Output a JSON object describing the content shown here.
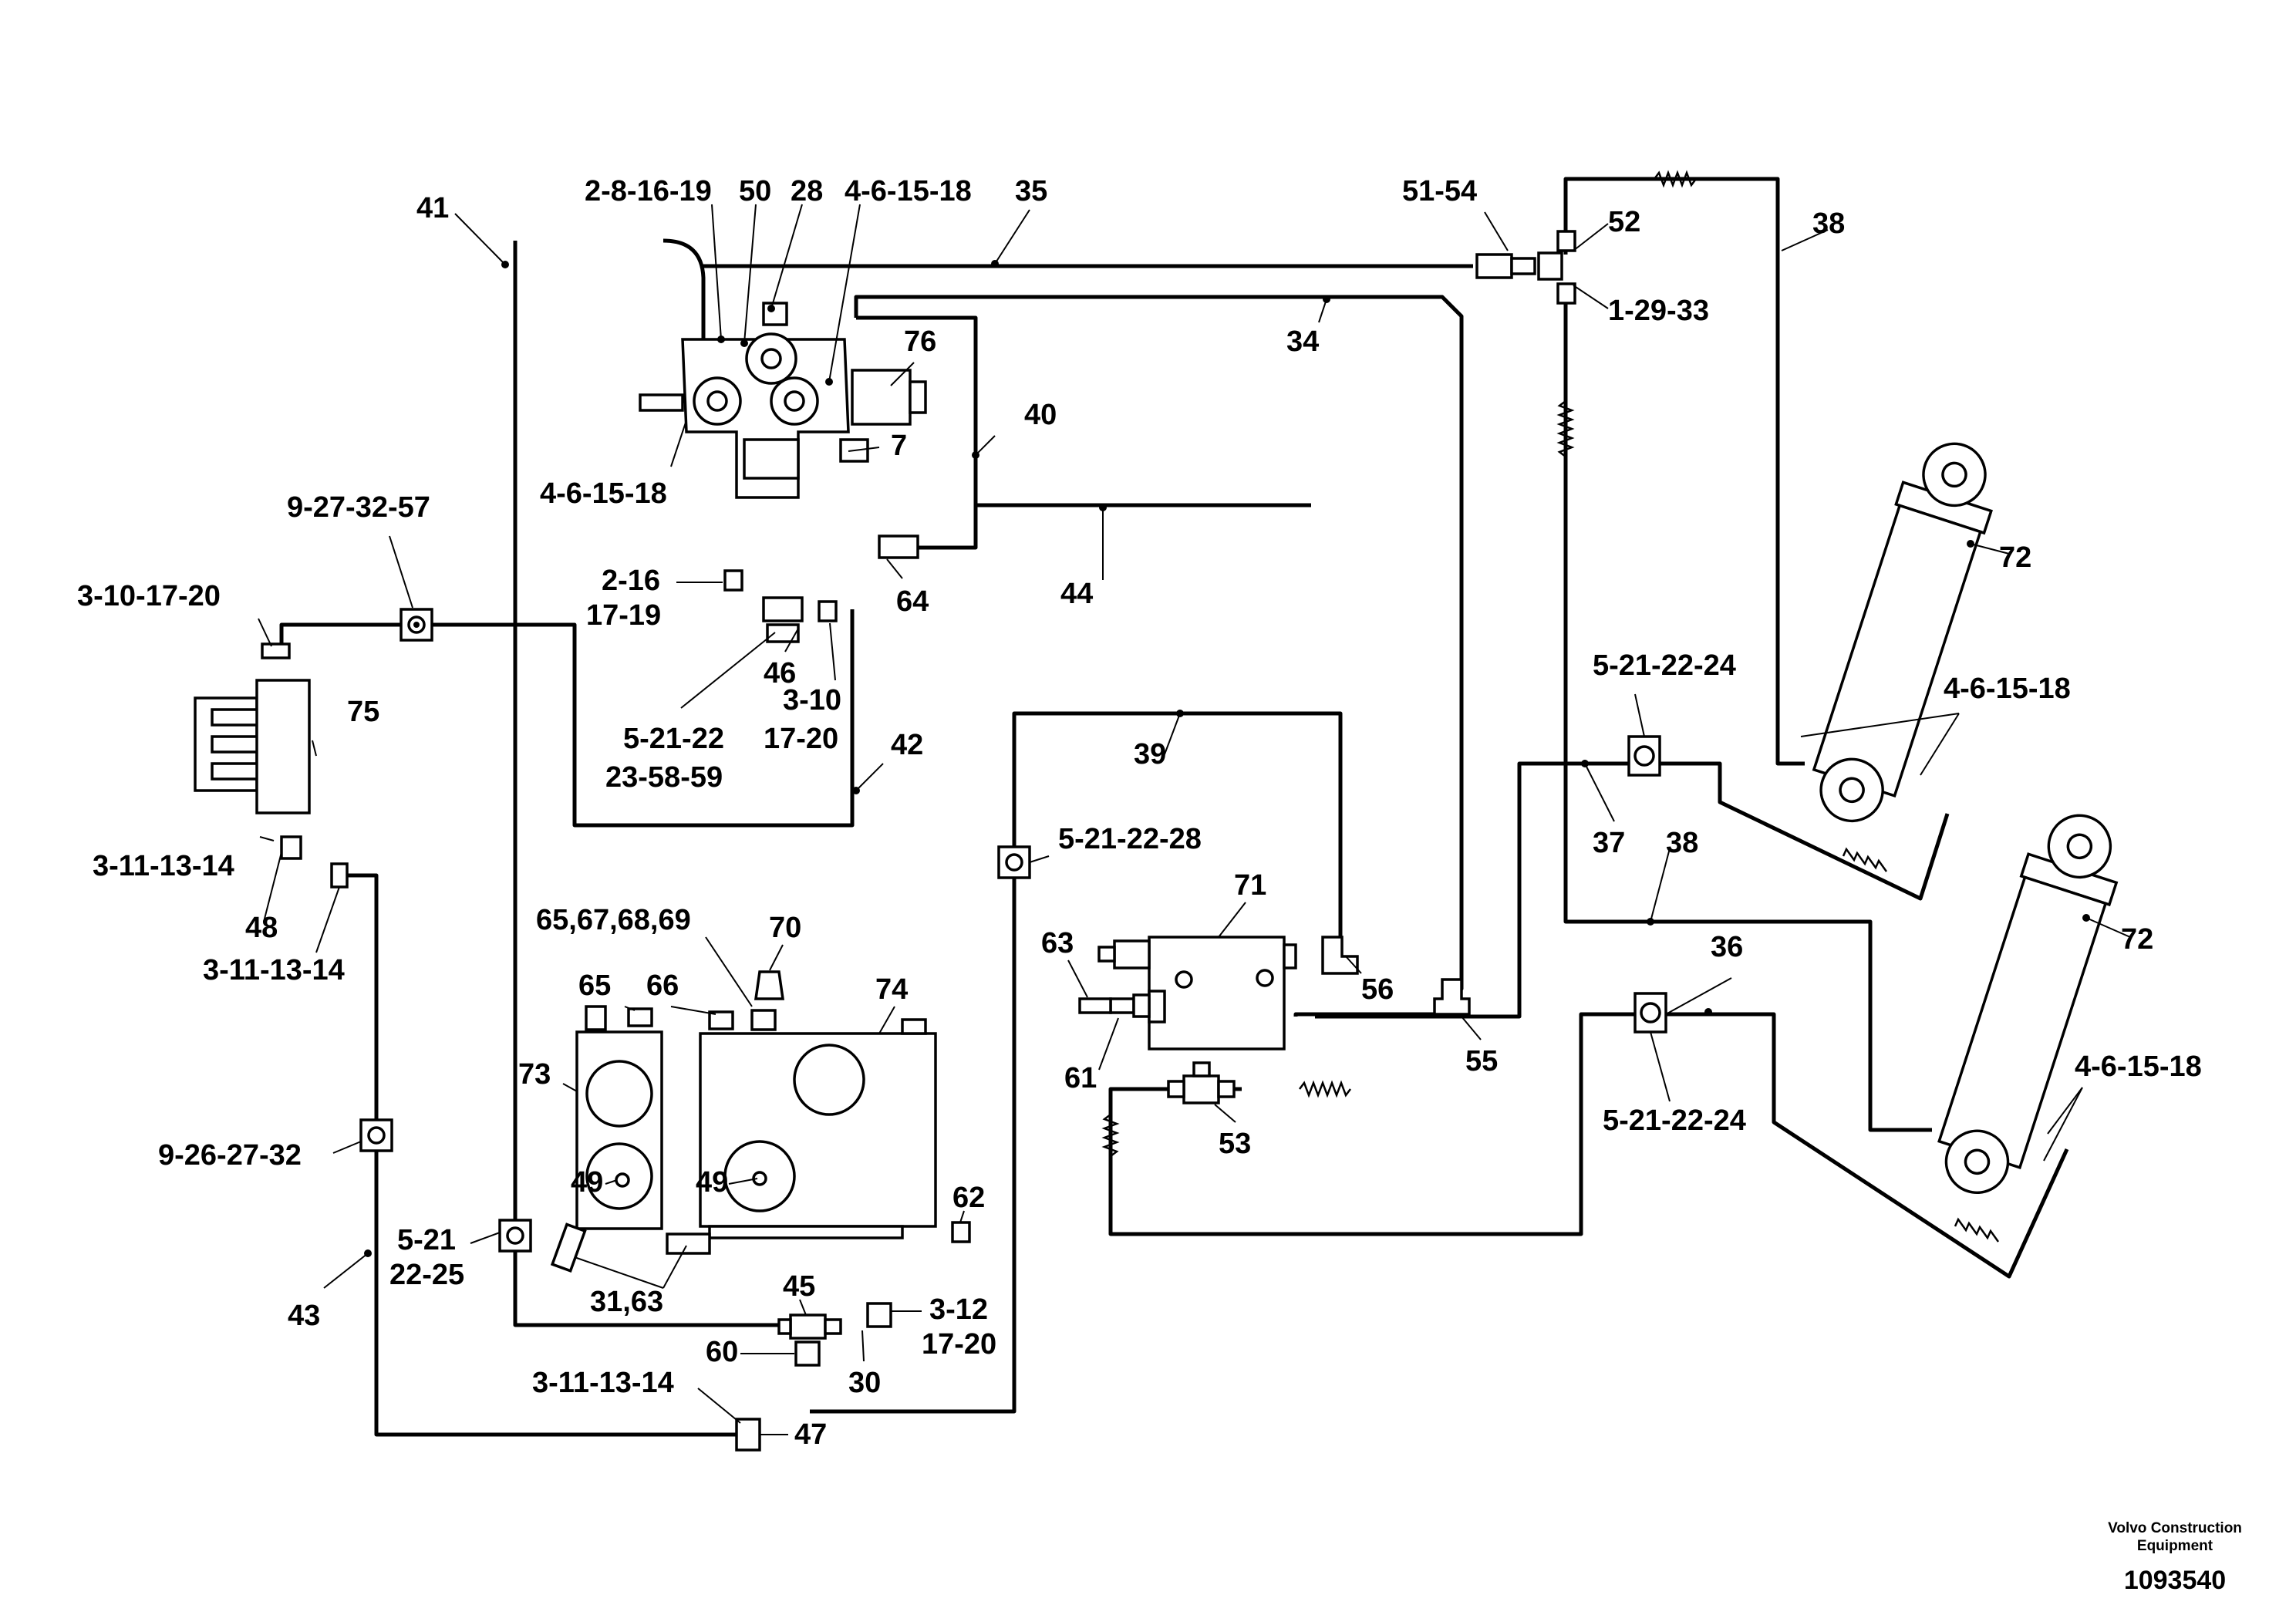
{
  "diagram": {
    "labels": {
      "l41": "41",
      "l2_8_16_19": "2-8-16-19",
      "l50": "50",
      "l28": "28",
      "l4_6_15_18_top": "4-6-15-18",
      "l35": "35",
      "l51_54": "51-54",
      "l52": "52",
      "l1_29_33": "1-29-33",
      "l38_top": "38",
      "l34": "34",
      "l76": "76",
      "l40": "40",
      "l7": "7",
      "l4_6_15_18_mid": "4-6-15-18",
      "l64": "64",
      "l44": "44",
      "l9_27_32_57": "9-27-32-57",
      "l3_10_17_20_left": "3-10-17-20",
      "l2_16": "2-16",
      "l17_19": "17-19",
      "l46": "46",
      "l3_10": "3-10",
      "l17_20": "17-20",
      "l5_21_22": "5-21-22",
      "l23_58_59": "23-58-59",
      "l42": "42",
      "l75": "75",
      "l72_top": "72",
      "l5_21_22_24_top": "5-21-22-24",
      "l4_6_15_18_cyl1": "4-6-15-18",
      "l39": "39",
      "l37": "37",
      "l38_mid": "38",
      "l5_21_22_28": "5-21-22-28",
      "l71": "71",
      "l3_11_13_14_a": "3-11-13-14",
      "l48": "48",
      "l3_11_13_14_b": "3-11-13-14",
      "l65_67_68_69": "65,67,68,69",
      "l70": "70",
      "l65": "65",
      "l66": "66",
      "l74": "74",
      "l63": "63",
      "l56": "56",
      "l72_bottom": "72",
      "l36": "36",
      "l73": "73",
      "l61": "61",
      "l55": "55",
      "l53": "53",
      "l4_6_15_18_cyl2": "4-6-15-18",
      "l5_21_22_24_bottom": "5-21-22-24",
      "l49_a": "49",
      "l49_b": "49",
      "l9_26_27_32": "9-26-27-32",
      "l62": "62",
      "l5_21": "5-21",
      "l22_25": "22-25",
      "l31_63": "31,63",
      "l45": "45",
      "l3_12": "3-12",
      "l17_20_b": "17-20",
      "l43": "43",
      "l60": "60",
      "l30": "30",
      "l3_11_13_14_c": "3-11-13-14",
      "l47": "47"
    },
    "footer": {
      "brand_line1": "Volvo Construction",
      "brand_line2": "Equipment",
      "doc_number": "1093540"
    }
  }
}
